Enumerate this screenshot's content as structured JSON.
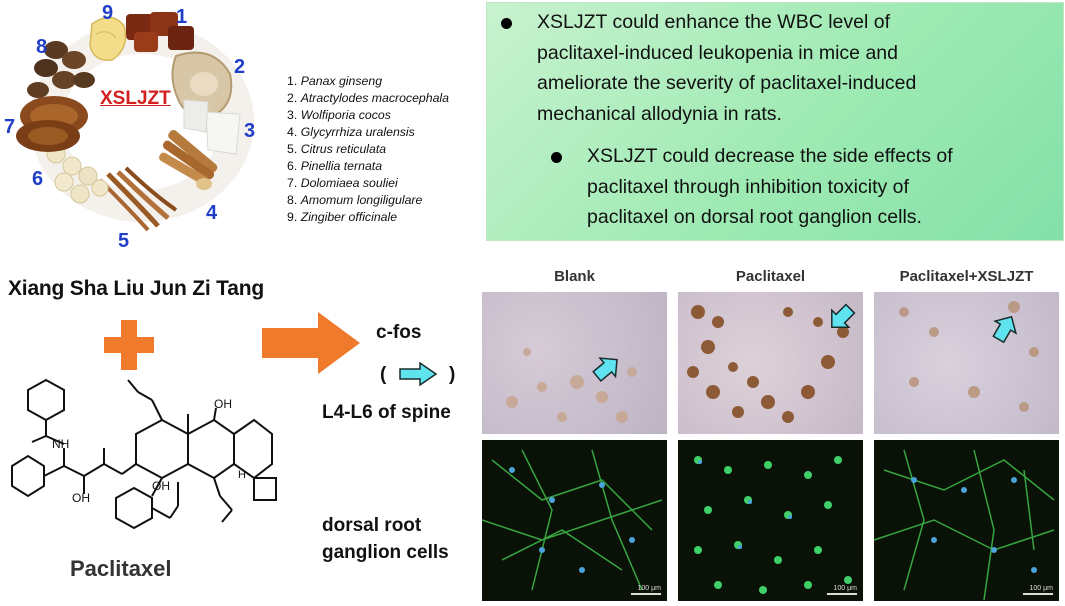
{
  "herbs": {
    "center_label": "XSLJZT",
    "numbers": [
      "1",
      "2",
      "3",
      "4",
      "5",
      "6",
      "7",
      "8",
      "9"
    ],
    "list": [
      {
        "num": "1.",
        "name": "Panax ginseng"
      },
      {
        "num": "2.",
        "name": "Atractylodes macrocephala"
      },
      {
        "num": "3.",
        "name": "Wolfiporia cocos"
      },
      {
        "num": "4.",
        "name": "Glycyrrhiza uralensis"
      },
      {
        "num": "5.",
        "name": "Citrus reticulata"
      },
      {
        "num": "6.",
        "name": "Pinellia ternata"
      },
      {
        "num": "7.",
        "name": "Dolomiaea souliei"
      },
      {
        "num": "8.",
        "name": "Amomum longiligulare"
      },
      {
        "num": "9.",
        "name": "Zingiber officinale"
      }
    ]
  },
  "findings": {
    "bullet1_lines": [
      "XSLJZT could enhance the WBC level of",
      "paclitaxel-induced leukopenia in mice and",
      "ameliorate the severity of paclitaxel-induced",
      "mechanical allodynia in rats."
    ],
    "bullet2_lines": [
      "XSLJZT could decrease the side effects of",
      "paclitaxel through inhibition toxicity of",
      "paclitaxel on dorsal root ganglion cells."
    ],
    "box_color": "#9eeab3"
  },
  "formula": {
    "name": "Xiang Sha Liu Jun Zi Tang",
    "plus_color": "#f07a2c",
    "drug_name": "Paclitaxel",
    "structure_labels": {
      "nh": "NH",
      "oh_left": "OH",
      "oh_bottom": "OH",
      "oh_top": "OH",
      "h": "H"
    }
  },
  "labels": {
    "cfos": "c-fos",
    "paren_open": "(",
    "paren_close": ")",
    "spine": "L4-L6 of spine",
    "drg_line1": "dorsal root",
    "drg_line2": "ganglion cells"
  },
  "panels": {
    "columns": [
      "Blank",
      "Paclitaxel",
      "Paclitaxel+XSLJZT"
    ],
    "scale_labels": [
      "100 μm",
      "100 μm",
      "100 μm"
    ]
  }
}
